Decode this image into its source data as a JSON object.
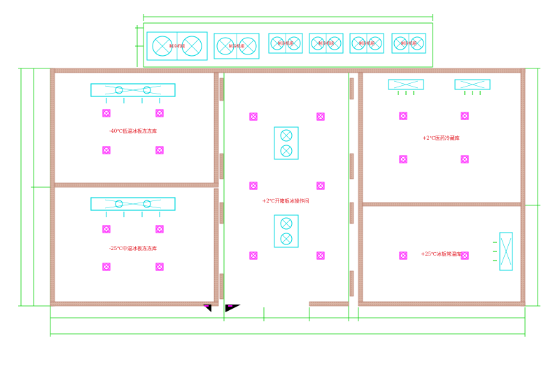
{
  "condensing_units": [
    {
      "label": "制冷机组"
    },
    {
      "label": "制冷机组"
    },
    {
      "label": "制冷机组"
    },
    {
      "label": "制冷机组"
    },
    {
      "label": "制冷机组"
    },
    {
      "label": "制冷机组"
    }
  ],
  "rooms": {
    "room_a": {
      "label": "-40℃低温冰板冻冻库"
    },
    "room_b": {
      "label": "-25℃中温冰板冻冻库"
    },
    "room_c": {
      "label": "+2℃开箱板冰操作间"
    },
    "room_d": {
      "label": "+2℃医药冷藏库"
    },
    "room_e": {
      "label": "+25℃冰板常温库"
    }
  },
  "colors": {
    "wall": "#c49a88",
    "wall_stroke": "#b07060",
    "dimension": "#00d000",
    "equipment": "#00d8e0",
    "lamp": "#ff00ff",
    "text": "#e0101a",
    "door_fill": "#000000"
  },
  "icons": {
    "lamp": "crossed-circle-lamp-icon",
    "fan": "fan-icon",
    "evaporator": "evaporator-unit-icon"
  }
}
